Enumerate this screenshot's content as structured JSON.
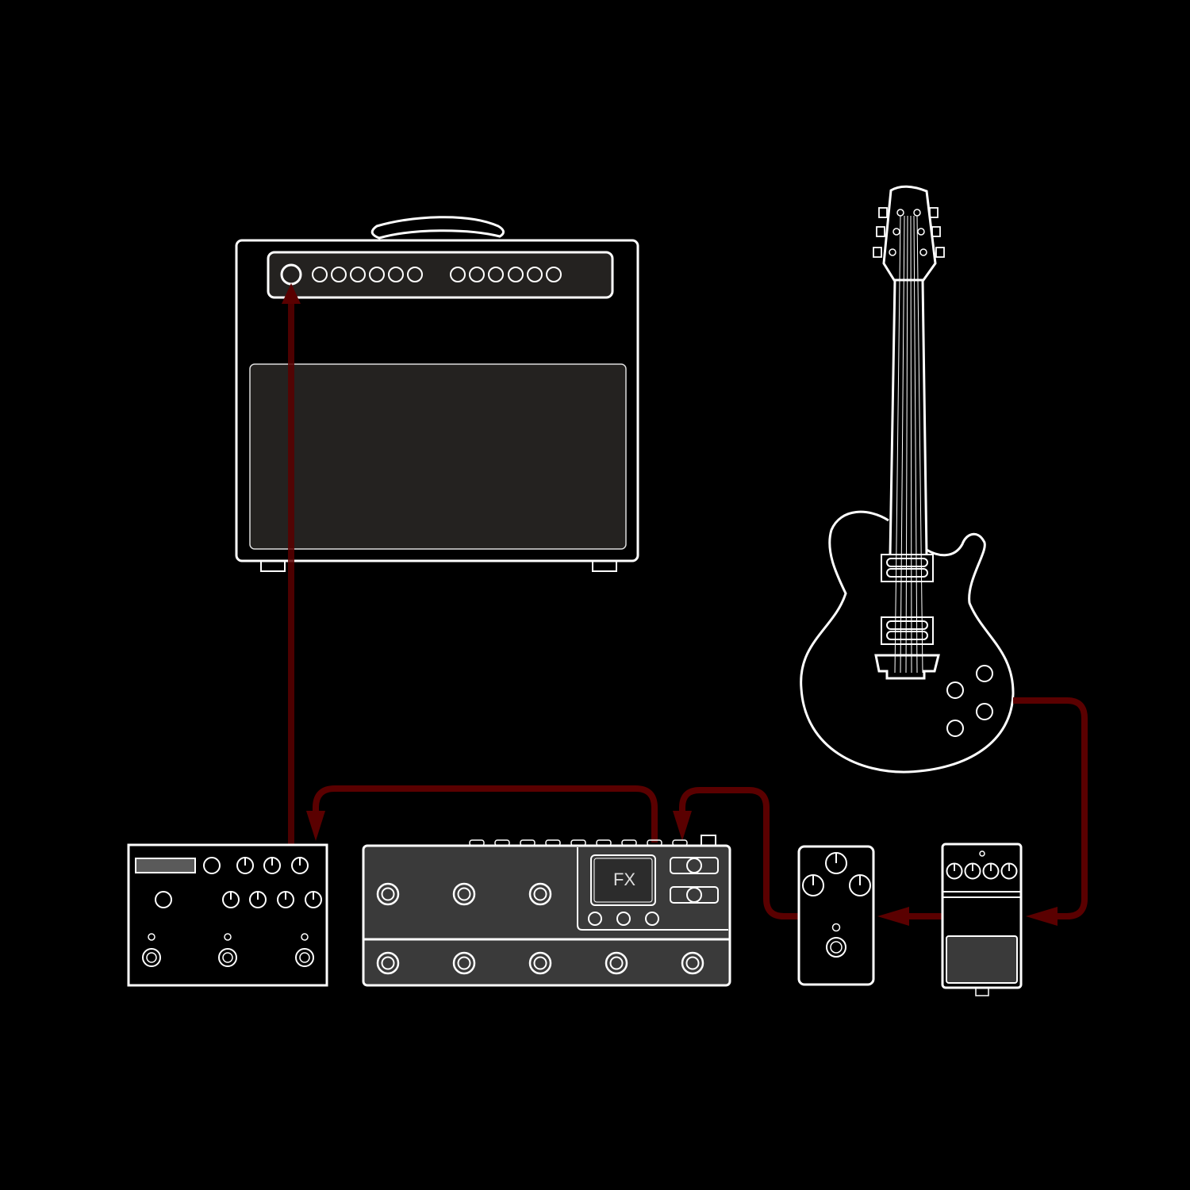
{
  "colors": {
    "background": "#000000",
    "outline": "#ffffff",
    "cable": "#5a0000",
    "panel_fill": "#242220",
    "unit_fill": "#3a3a3a"
  },
  "fx_unit": {
    "screen_label": "FX"
  },
  "connections": [
    {
      "from": "guitar",
      "to": "overdrive-pedal"
    },
    {
      "from": "overdrive-pedal",
      "to": "fuzz-pedal"
    },
    {
      "from": "fuzz-pedal",
      "to": "fx-multi-unit"
    },
    {
      "from": "fx-multi-unit",
      "to": "looper-switcher"
    },
    {
      "from": "looper-switcher",
      "to": "amplifier"
    }
  ]
}
